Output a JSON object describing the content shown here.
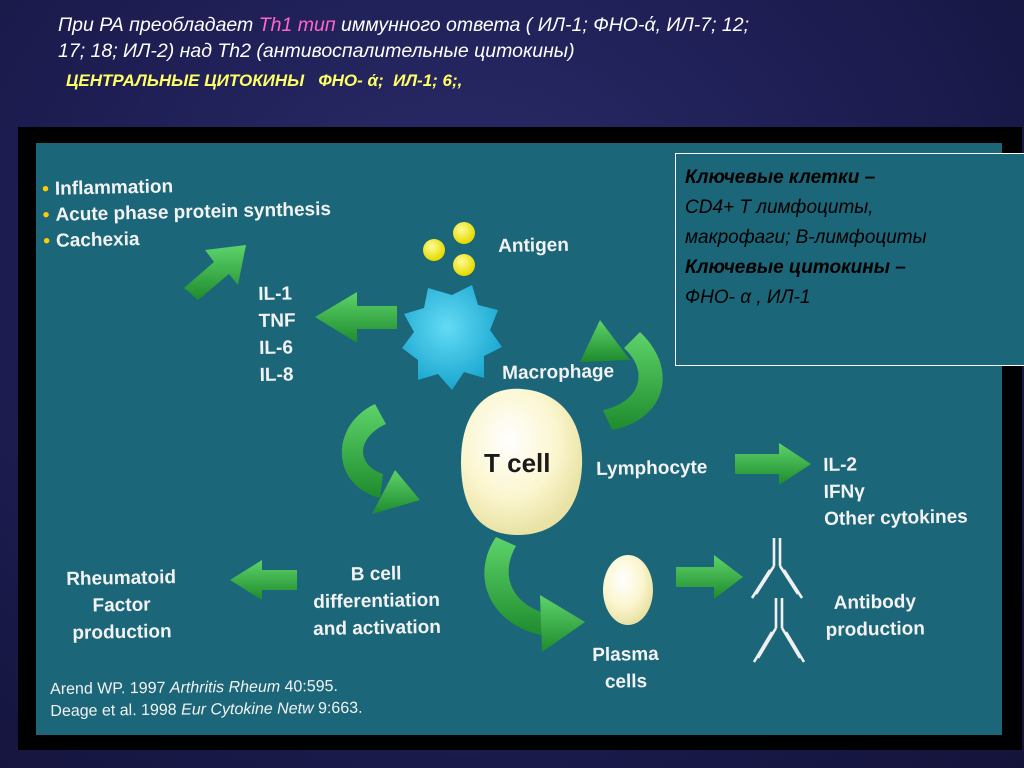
{
  "heading": {
    "line1_a": "При РА преобладает ",
    "line1_hl": "Th1 тип",
    "line1_b": " иммунного ответа ( ИЛ-1; ФНО-ά, ИЛ-7; 12;",
    "line2": "17; 18; ИЛ-2) над Th2 (антивоспалительные цитокины)",
    "line3": "ЦЕНТРАЛЬНЫЕ ЦИТОКИНЫ   ФНО- ά;  ИЛ-1; 6;,"
  },
  "info_box": {
    "cells_title": "Ключевые клетки –",
    "cells_line1": "CD4+ Т лимфоциты,",
    "cells_line2": "макрофаги; В-лимфоциты",
    "cytokines_title": "Ключевые цитокины –",
    "cytokines_line": "ФНО- α , ИЛ-1"
  },
  "diagram": {
    "effects": [
      "Inflammation",
      "Acute phase protein synthesis",
      "Cachexia"
    ],
    "antigen": "Antigen",
    "macrophage_cytokines": [
      "IL-1",
      "TNF",
      "IL-6",
      "IL-8"
    ],
    "macrophage": "Macrophage",
    "t_cell": "T cell",
    "lymphocyte": "Lymphocyte",
    "lymphocyte_cytokines": [
      "IL-2",
      "IFNγ",
      "Other cytokines"
    ],
    "b_cell": [
      "B cell",
      "differentiation",
      "and activation"
    ],
    "rheumatoid": [
      "Rheumatoid",
      "Factor",
      "production"
    ],
    "plasma": [
      "Plasma",
      "cells"
    ],
    "antibody": [
      "Antibody",
      "production"
    ]
  },
  "references": {
    "ref1_a": "Arend WP. 1997 ",
    "ref1_i": "Arthritis Rheum",
    "ref1_b": " 40:595.",
    "ref2_a": "Deage et al. 1998 ",
    "ref2_i": "Eur Cytokine Netw",
    "ref2_b": " 9:663."
  },
  "colors": {
    "background": "#1d1d52",
    "panel": "#1b6678",
    "arrow": "#2faa3c",
    "antigen": "#f2ea1a",
    "macrophage": "#2fc4e6",
    "cell": "#fbf6cf",
    "highlight": "#ff66cc",
    "subheading": "#ffff66"
  }
}
